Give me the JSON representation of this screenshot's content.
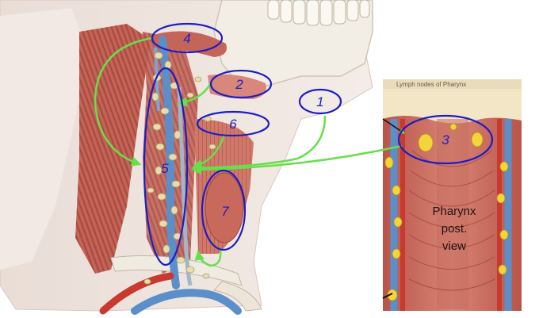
{
  "diagram": {
    "markers": [
      {
        "id": "1",
        "label": "1"
      },
      {
        "id": "2",
        "label": "2"
      },
      {
        "id": "3",
        "label": "3"
      },
      {
        "id": "4",
        "label": "4"
      },
      {
        "id": "5",
        "label": "5"
      },
      {
        "id": "6",
        "label": "6"
      },
      {
        "id": "7",
        "label": "7"
      }
    ],
    "inset": {
      "caption_lines": [
        "Pharynx",
        "post.",
        "view"
      ],
      "header_text": "Lymph nodes of Pharynx"
    },
    "colors": {
      "marker_outline": "#1d1dc4",
      "arrow": "#66e04a",
      "muscle": "#c0574a",
      "vein": "#5b8fc9",
      "artery": "#c8392f",
      "lymph_node": "#e6dcae",
      "lymph_node_inset": "#f3d43a",
      "skin": "#efe3dc",
      "bone": "#f1ebe0"
    }
  }
}
